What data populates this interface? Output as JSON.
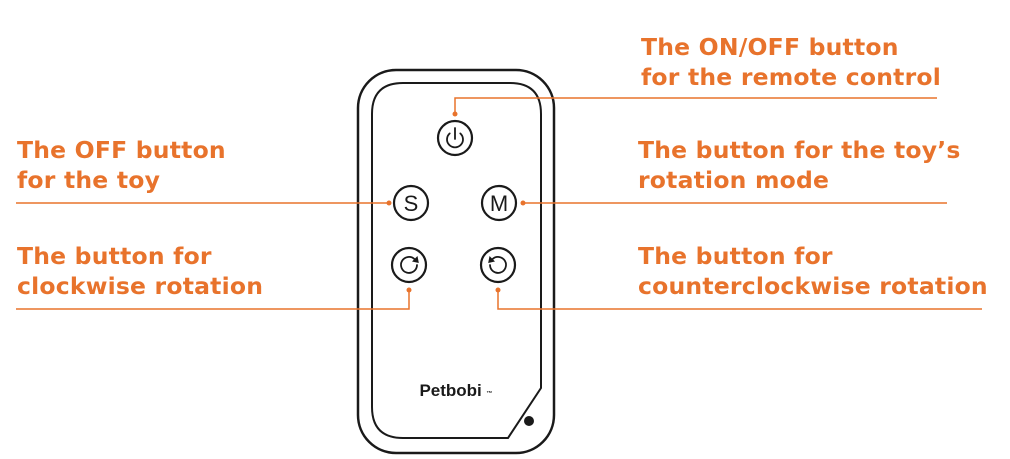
{
  "colors": {
    "accent": "#E8732C",
    "outline": "#1a1a1a",
    "background": "#ffffff"
  },
  "callouts": {
    "on_off": {
      "line1": "The ON/OFF button",
      "line2": "for the remote control"
    },
    "toy_off": {
      "line1": "The OFF button",
      "line2": "for the toy"
    },
    "rotation_mode": {
      "line1": "The button for the toy’s",
      "line2": "rotation mode"
    },
    "clockwise": {
      "line1": "The button for",
      "line2": "clockwise rotation"
    },
    "counterclockwise": {
      "line1": "The button for",
      "line2": "counterclockwise rotation"
    }
  },
  "remote": {
    "brand": "Petbobi",
    "brand_mark": "™",
    "buttons": {
      "power": {
        "icon": "power-icon"
      },
      "stop": {
        "label": "S"
      },
      "mode": {
        "label": "M"
      },
      "clockwise": {
        "icon": "clockwise-arrow-icon"
      },
      "counterclockwise": {
        "icon": "counterclockwise-arrow-icon"
      }
    }
  }
}
